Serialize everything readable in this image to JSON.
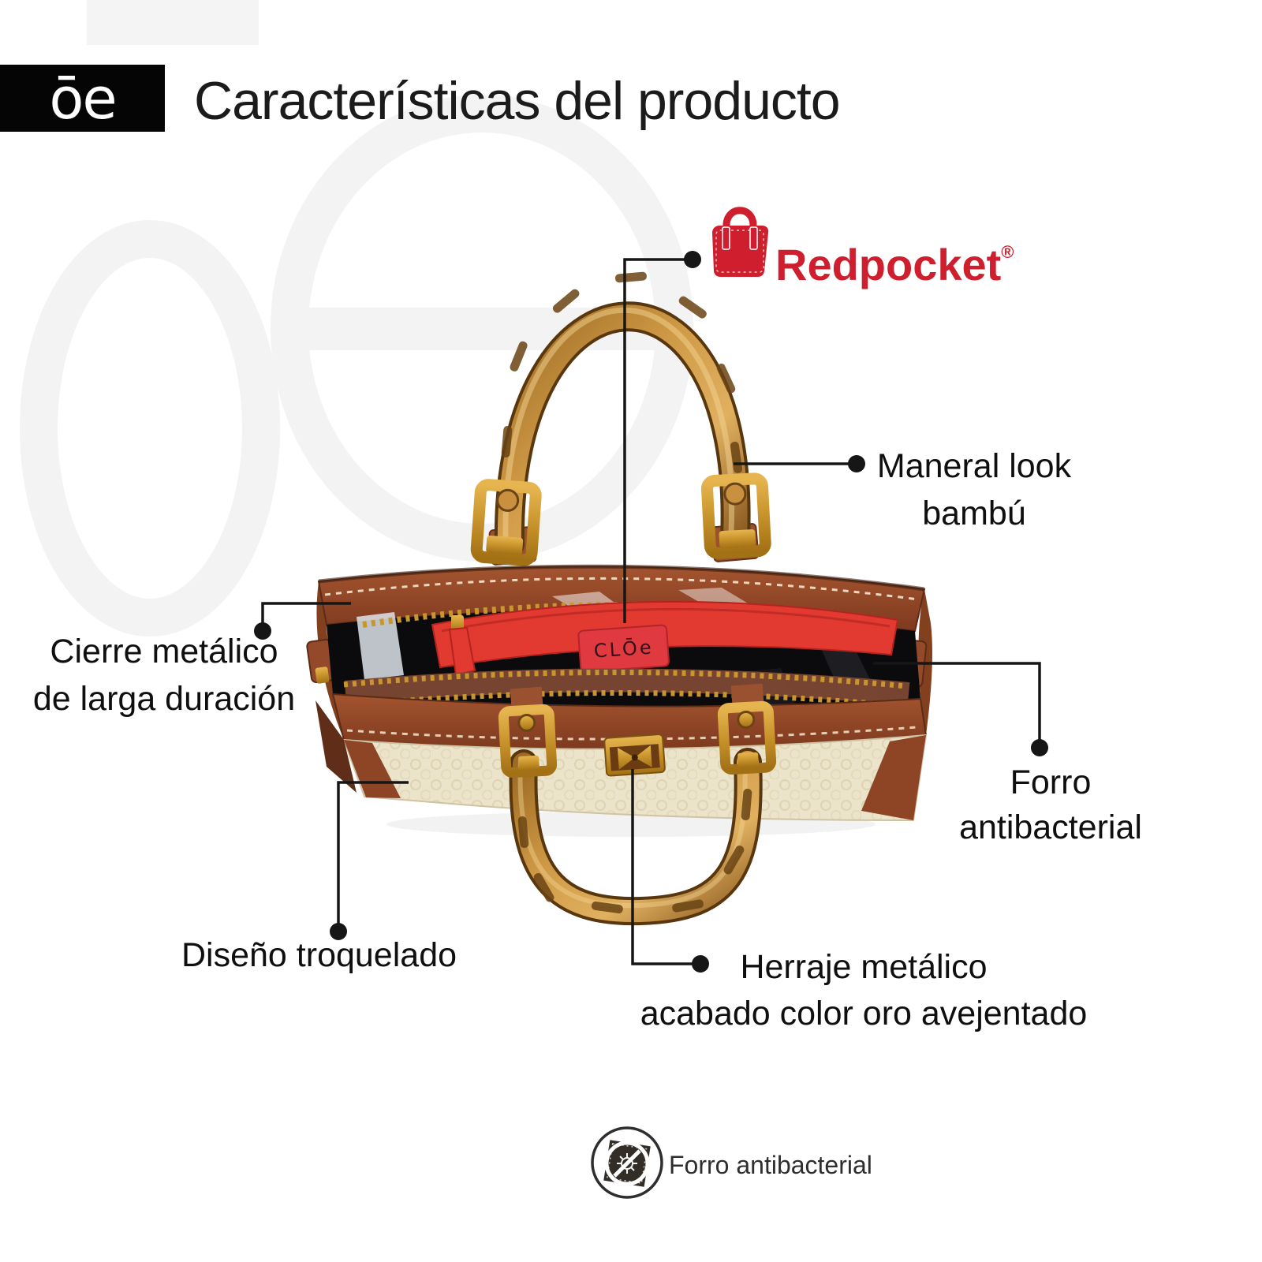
{
  "header": {
    "logo_text": "ōe",
    "title": "Características del producto"
  },
  "brand": {
    "logo_text": "Redpocket",
    "registered": "®"
  },
  "callouts": {
    "maneral": {
      "line1": "Maneral look",
      "line2": "bambú"
    },
    "cierre": {
      "line1": "Cierre metálico",
      "line2": "de larga duración"
    },
    "forro": {
      "line1": "Forro",
      "line2": "antibacterial"
    },
    "diseno": {
      "line1": "Diseño troquelado"
    },
    "herraje": {
      "line1": "Herraje metálico",
      "line2": "acabado color oro avejentado"
    }
  },
  "product": {
    "tag_text": "CLŌe"
  },
  "footer_badge": {
    "label": "Forro antibacterial"
  },
  "colors": {
    "brand_red": "#cf1f2e",
    "pouch_red": "#e23a31",
    "leather_brown": "#94492a",
    "cream_panel": "#ece4ca",
    "bamboo": "#c9913f",
    "gold_hardware": "#c8932b",
    "interior_black": "#0b0b0d",
    "callout_ink": "#161616",
    "watermark_gray": "#f3f3f3"
  }
}
